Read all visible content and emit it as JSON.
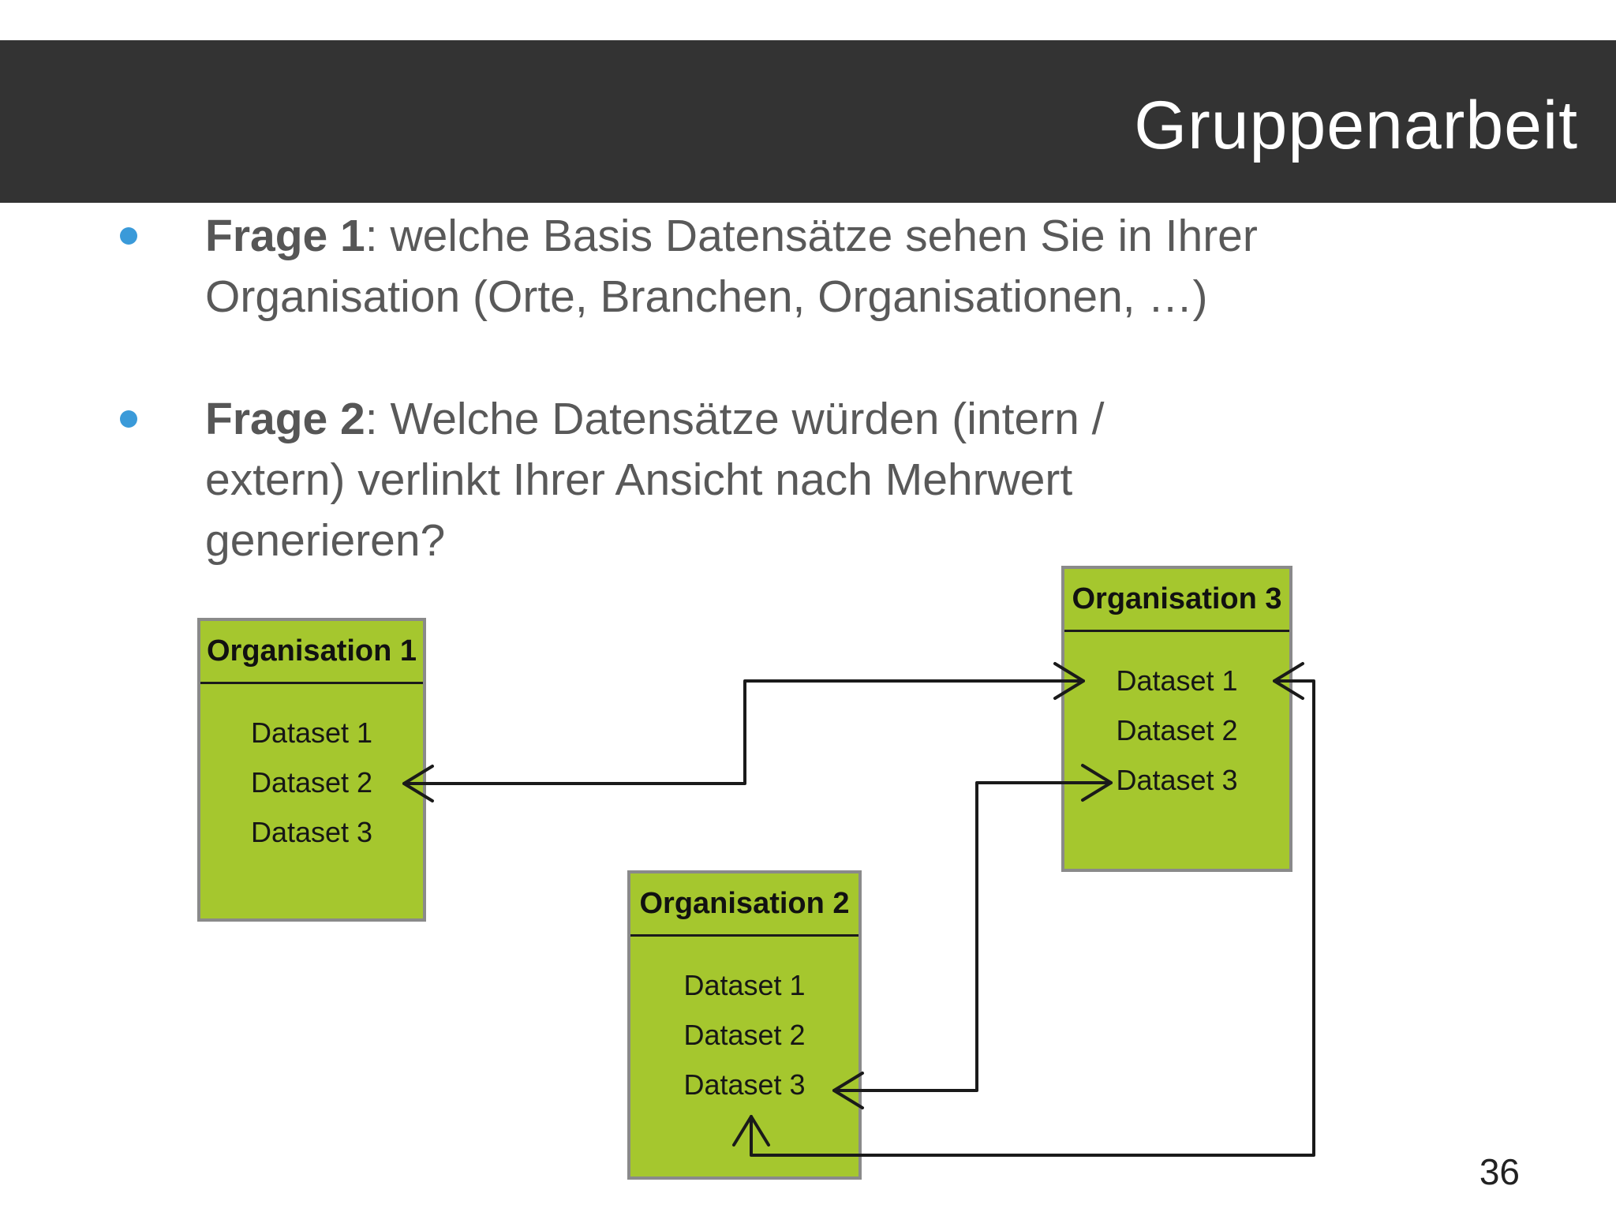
{
  "slide": {
    "title": "Gruppenarbeit",
    "page_number": "36",
    "bullets": [
      {
        "bold": "Frage 1",
        "lines": [
          ": welche Basis Datensätze sehen Sie in Ihrer",
          "Organisation (Orte, Branchen, Organisationen, …)"
        ]
      },
      {
        "bold": "Frage 2",
        "lines": [
          ": Welche Datensätze würden (intern /",
          "extern) verlinkt Ihrer Ansicht nach Mehrwert",
          "generieren?"
        ]
      }
    ],
    "diagram": {
      "organizations": [
        {
          "title": "Organisation 1",
          "datasets": [
            "Dataset 1",
            "Dataset 2",
            "Dataset 3"
          ]
        },
        {
          "title": "Organisation 2",
          "datasets": [
            "Dataset 1",
            "Dataset 2",
            "Dataset 3"
          ]
        },
        {
          "title": "Organisation 3",
          "datasets": [
            "Dataset 1",
            "Dataset 2",
            "Dataset 3"
          ]
        }
      ],
      "connections": [
        {
          "from": "Organisation 1 / Dataset 2",
          "to": "Organisation 3 / Dataset 1",
          "style": "double-arrow"
        },
        {
          "from": "Organisation 2 / Dataset 3",
          "to": "Organisation 3 / Dataset 3",
          "style": "double-arrow"
        },
        {
          "from": "Organisation 2 / Dataset 3",
          "to": "Organisation 3 / Dataset 1",
          "style": "double-arrow"
        }
      ]
    },
    "colors": {
      "header_dark": "#333333",
      "bullet_blue": "#3a9ad9",
      "body_text_gray": "#595959",
      "box_green": "#a5c72e",
      "box_border_gray": "#8a8a8a",
      "line_black": "#1a1a1a"
    }
  }
}
